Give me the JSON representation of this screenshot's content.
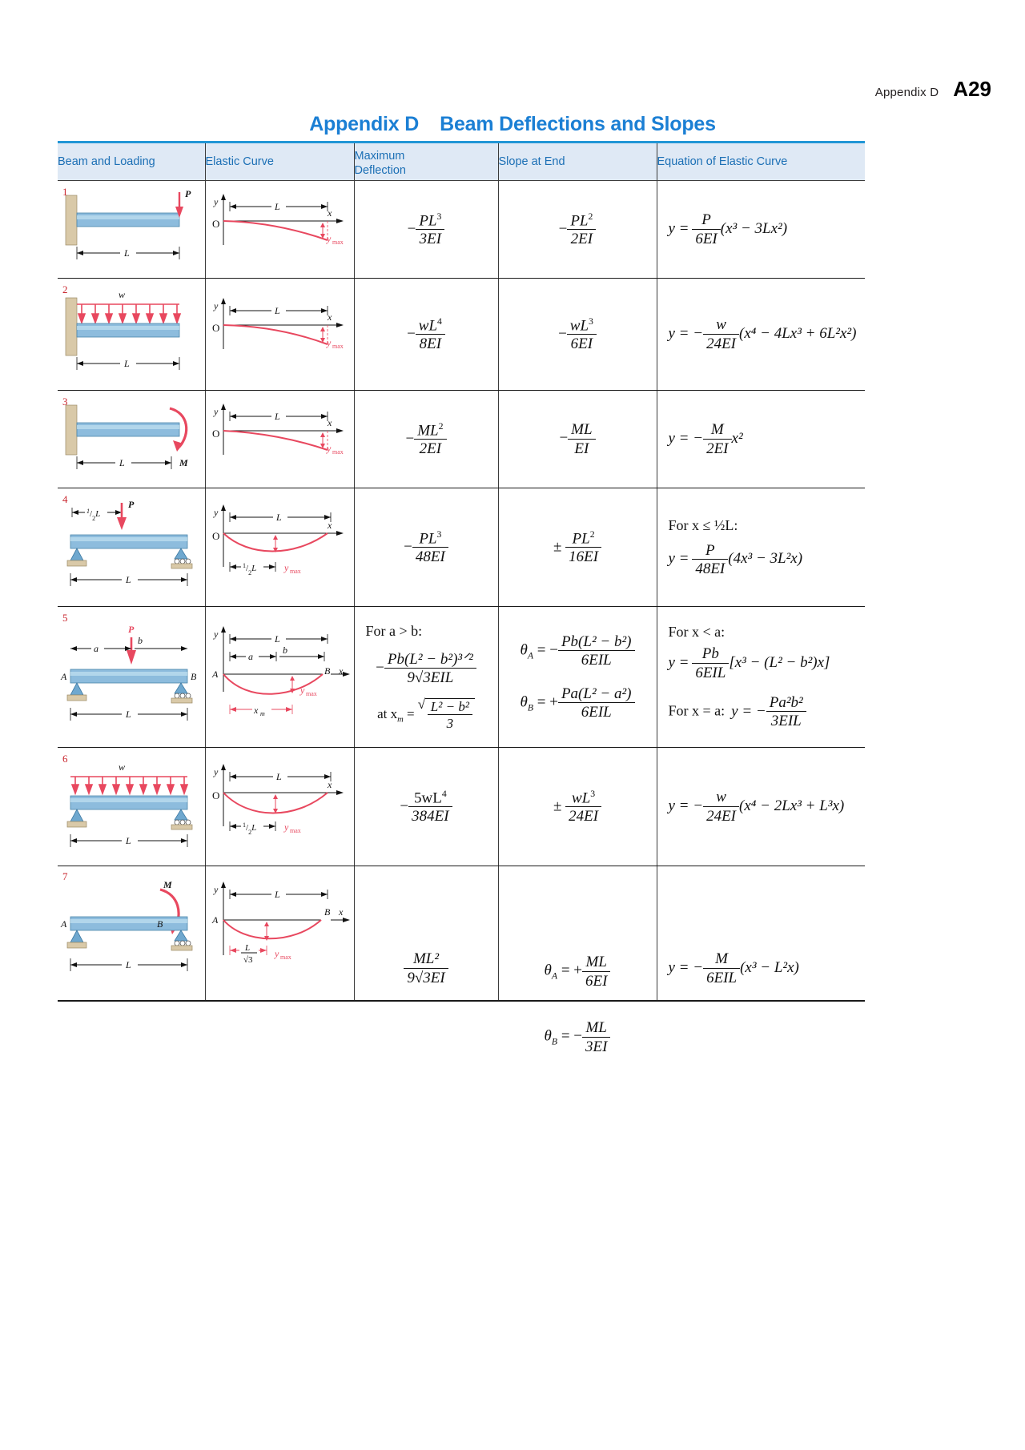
{
  "page": {
    "running_head": "Appendix D",
    "page_number": "A29"
  },
  "title": {
    "label": "Appendix D",
    "subject": "Beam Deflections and Slopes"
  },
  "table": {
    "headers": [
      "Beam and Loading",
      "Elastic Curve",
      "Maximum\nDeflection",
      "Slope at End",
      "Equation of Elastic Curve"
    ],
    "header_max_line1": "Maximum",
    "header_max_line2": "Deflection",
    "rows": [
      {
        "num": "1",
        "type": "cantilever-point-load-end",
        "loading_labels": {
          "load": "P",
          "span": "L"
        },
        "curve_labels": {
          "y": "y",
          "x": "x",
          "origin": "O",
          "span": "L",
          "ymax": "y",
          "ymax_sub": "max"
        },
        "max_deflection": {
          "sign": "−",
          "num": "PL",
          "num_sup": "3",
          "den": "3EI"
        },
        "slope_at_end": {
          "sign": "−",
          "num": "PL",
          "num_sup": "2",
          "den": "2EI"
        },
        "equation": {
          "lhs": "y =",
          "frac_num": "P",
          "frac_den": "6EI",
          "tail": "(x³ − 3Lx²)"
        }
      },
      {
        "num": "2",
        "type": "cantilever-uniform-load",
        "loading_labels": {
          "load": "w",
          "span": "L"
        },
        "curve_labels": {
          "y": "y",
          "x": "x",
          "origin": "O",
          "span": "L",
          "ymax": "y",
          "ymax_sub": "max"
        },
        "max_deflection": {
          "sign": "−",
          "num": "wL",
          "num_sup": "4",
          "den": "8EI"
        },
        "slope_at_end": {
          "sign": "−",
          "num": "wL",
          "num_sup": "3",
          "den": "6EI"
        },
        "equation": {
          "lhs": "y = −",
          "frac_num": "w",
          "frac_den": "24EI",
          "tail": "(x⁴ − 4Lx³ + 6L²x²)"
        }
      },
      {
        "num": "3",
        "type": "cantilever-end-moment",
        "loading_labels": {
          "load": "M",
          "span": "L"
        },
        "curve_labels": {
          "y": "y",
          "x": "x",
          "origin": "O",
          "span": "L",
          "ymax": "y",
          "ymax_sub": "max"
        },
        "max_deflection": {
          "sign": "−",
          "num": "ML",
          "num_sup": "2",
          "den": "2EI"
        },
        "slope_at_end": {
          "sign": "−",
          "num": "ML",
          "num_sup": "",
          "den": "EI"
        },
        "equation": {
          "lhs": "y = −",
          "frac_num": "M",
          "frac_den": "2EI",
          "tail": "x²"
        }
      },
      {
        "num": "4",
        "type": "simple-center-point-load",
        "loading_labels": {
          "load": "P",
          "half_span": "½L",
          "span": "L"
        },
        "curve_labels": {
          "y": "y",
          "x": "x",
          "origin": "O",
          "span": "L",
          "half_span": "½L",
          "ymax": "y",
          "ymax_sub": "max"
        },
        "max_deflection": {
          "sign": "−",
          "num": "PL",
          "num_sup": "3",
          "den": "48EI"
        },
        "slope_at_end": {
          "sign": "±",
          "num": "PL",
          "num_sup": "2",
          "den": "16EI"
        },
        "equation_condition": "For x ≤ ½L:",
        "equation": {
          "lhs": "y =",
          "frac_num": "P",
          "frac_den": "48EI",
          "tail": "(4x³ − 3L²x)"
        }
      },
      {
        "num": "5",
        "type": "simple-offset-point-load",
        "loading_labels": {
          "load": "P",
          "a": "a",
          "b": "b",
          "span": "L",
          "A": "A",
          "B": "B"
        },
        "curve_labels": {
          "y": "y",
          "x": "x",
          "span": "L",
          "a": "a",
          "b": "b",
          "A": "A",
          "B": "B",
          "xm": "x",
          "xm_sub": "m",
          "ymax": "y",
          "ymax_sub": "max"
        },
        "max_def_condition": "For a > b:",
        "max_deflection": {
          "sign": "−",
          "num": "Pb(L² − b²)³ᐟ²",
          "den": "9√3EIL"
        },
        "max_def_at": {
          "prefix": "at x",
          "sub": "m",
          "eq": "=",
          "root_num": "L² − b²",
          "root_den": "3"
        },
        "slope_A": {
          "label": "θ",
          "sub": "A",
          "eq": "= −",
          "num": "Pb(L² − b²)",
          "den": "6EIL"
        },
        "slope_B": {
          "label": "θ",
          "sub": "B",
          "eq": "= +",
          "num": "Pa(L² − a²)",
          "den": "6EIL"
        },
        "eq_condition_1": "For x < a:",
        "equation_1": {
          "lhs": "y =",
          "frac_num": "Pb",
          "frac_den": "6EIL",
          "tail": "[x³ − (L² − b²)x]"
        },
        "eq_condition_2": "For x = a:",
        "equation_2": {
          "lhs": "y = −",
          "frac_num": "Pa²b²",
          "frac_den": "3EIL"
        }
      },
      {
        "num": "6",
        "type": "simple-uniform-load",
        "loading_labels": {
          "load": "w",
          "span": "L"
        },
        "curve_labels": {
          "y": "y",
          "x": "x",
          "origin": "O",
          "span": "L",
          "half_span": "½L",
          "ymax": "y",
          "ymax_sub": "max"
        },
        "max_deflection": {
          "sign": "−",
          "num": "5wL",
          "num_sup": "4",
          "den": "384EI"
        },
        "slope_at_end": {
          "sign": "±",
          "num": "wL",
          "num_sup": "3",
          "den": "24EI"
        },
        "equation": {
          "lhs": "y = −",
          "frac_num": "w",
          "frac_den": "24EI",
          "tail": "(x⁴ − 2Lx³ + L³x)"
        }
      },
      {
        "num": "7",
        "type": "simple-end-moment",
        "loading_labels": {
          "load": "M",
          "span": "L",
          "A": "A",
          "B": "B"
        },
        "curve_labels": {
          "y": "y",
          "x": "x",
          "span": "L",
          "A": "A",
          "B": "B",
          "ymax": "y",
          "ymax_sub": "max",
          "pos_num": "L",
          "pos_den": "√3"
        },
        "max_deflection": {
          "num": "ML²",
          "den": "9√3EI"
        },
        "slope_A": {
          "label": "θ",
          "sub": "A",
          "eq": "= +",
          "num": "ML",
          "den": "6EI"
        },
        "slope_B": {
          "label": "θ",
          "sub": "B",
          "eq": "= −",
          "num": "ML",
          "den": "3EI"
        },
        "equation": {
          "lhs": "y = −",
          "frac_num": "M",
          "frac_den": "6EIL",
          "tail": "(x³ − L²x)"
        }
      }
    ]
  },
  "colors": {
    "title_blue": "#1b7fd4",
    "header_blue": "#1b6fb5",
    "header_bg": "#dfe9f5",
    "beam_blue": "#7fb5db",
    "load_red": "#e8485f",
    "support_tan": "#d9c9a8",
    "rownum_red": "#c9252d"
  }
}
